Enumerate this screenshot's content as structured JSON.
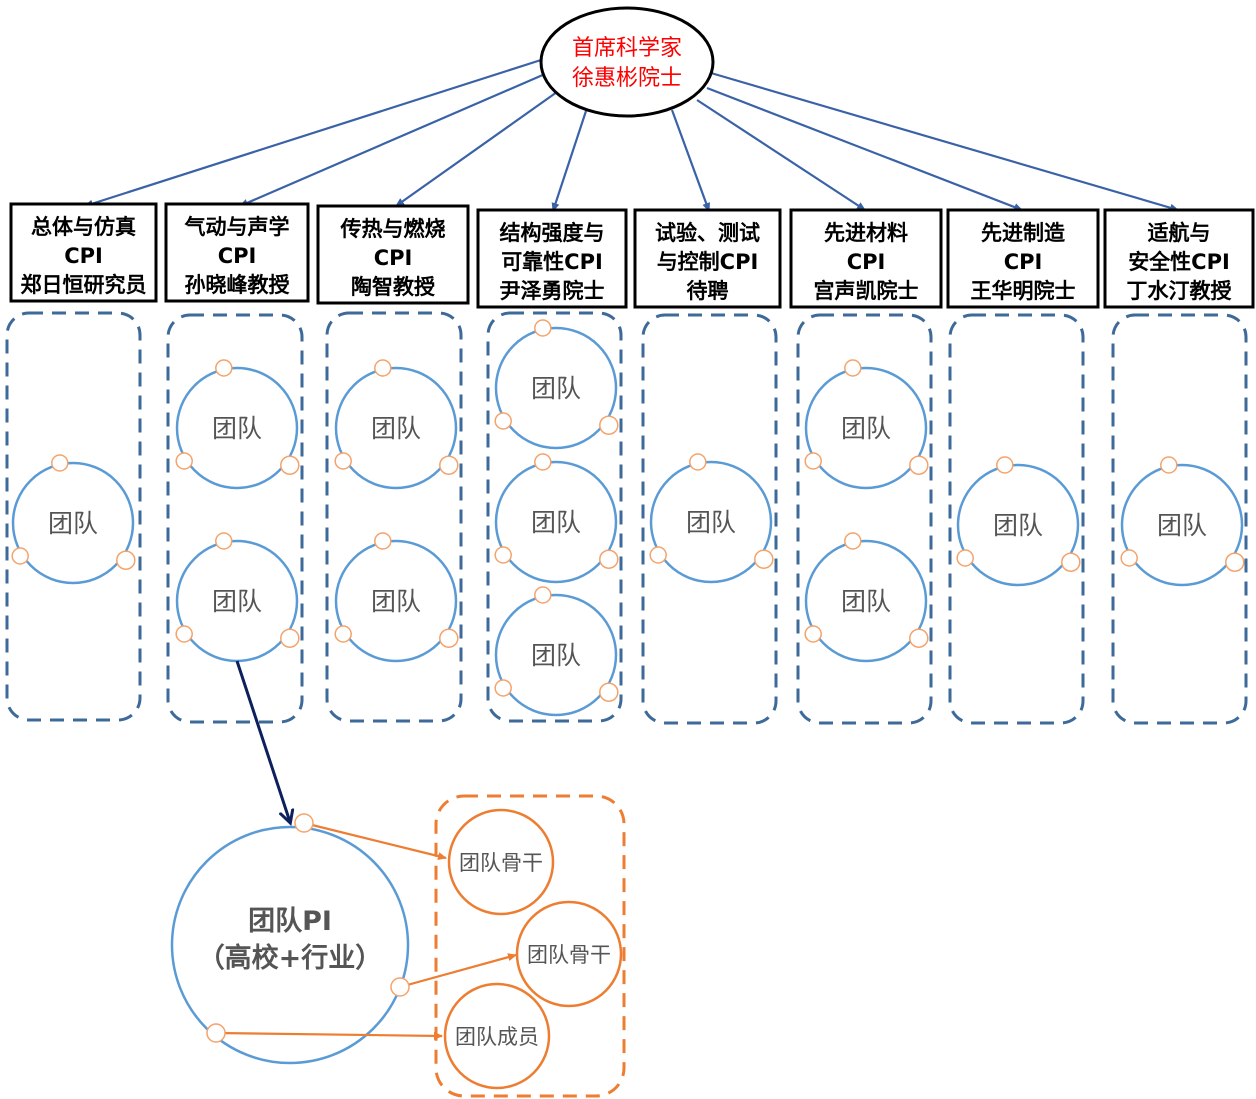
{
  "root": {
    "lines": [
      "首席科学家",
      "徐惠彬院士"
    ],
    "color": "#ff0000"
  },
  "departments": [
    {
      "lines": [
        "总体与仿真",
        "CPI",
        "郑日恒研究员"
      ],
      "teams": [
        "团队"
      ]
    },
    {
      "lines": [
        "气动与声学",
        "CPI",
        "孙晓峰教授"
      ],
      "teams": [
        "团队",
        "团队"
      ]
    },
    {
      "lines": [
        "传热与燃烧",
        "CPI",
        "陶智教授"
      ],
      "teams": [
        "团队",
        "团队"
      ]
    },
    {
      "lines": [
        "结构强度与",
        "可靠性CPI",
        "尹泽勇院士"
      ],
      "teams": [
        "团队",
        "团队",
        "团队"
      ]
    },
    {
      "lines": [
        "试验、测试",
        "与控制CPI",
        "待聘"
      ],
      "teams": [
        "团队"
      ]
    },
    {
      "lines": [
        "先进材料",
        "CPI",
        "宫声凯院士"
      ],
      "teams": [
        "团队",
        "团队"
      ]
    },
    {
      "lines": [
        "先进制造",
        "CPI",
        "王华明院士"
      ],
      "teams": [
        "团队"
      ]
    },
    {
      "lines": [
        "适航与",
        "安全性CPI",
        "丁水汀教授"
      ],
      "teams": [
        "团队"
      ]
    }
  ],
  "team_pi": {
    "lines": [
      "团队PI",
      "（高校+行业）"
    ]
  },
  "members": [
    {
      "label": "团队骨干"
    },
    {
      "label": "团队骨干"
    },
    {
      "label": "团队成员"
    }
  ],
  "colors": {
    "arrow_blue": "#3a62a7",
    "dash_blue": "#3d6a99",
    "team_circle": "#5b9bd5",
    "node_orange": "#f4a36b",
    "member_orange": "#ed7d31",
    "detail_arrow": "#0d1f5c"
  }
}
